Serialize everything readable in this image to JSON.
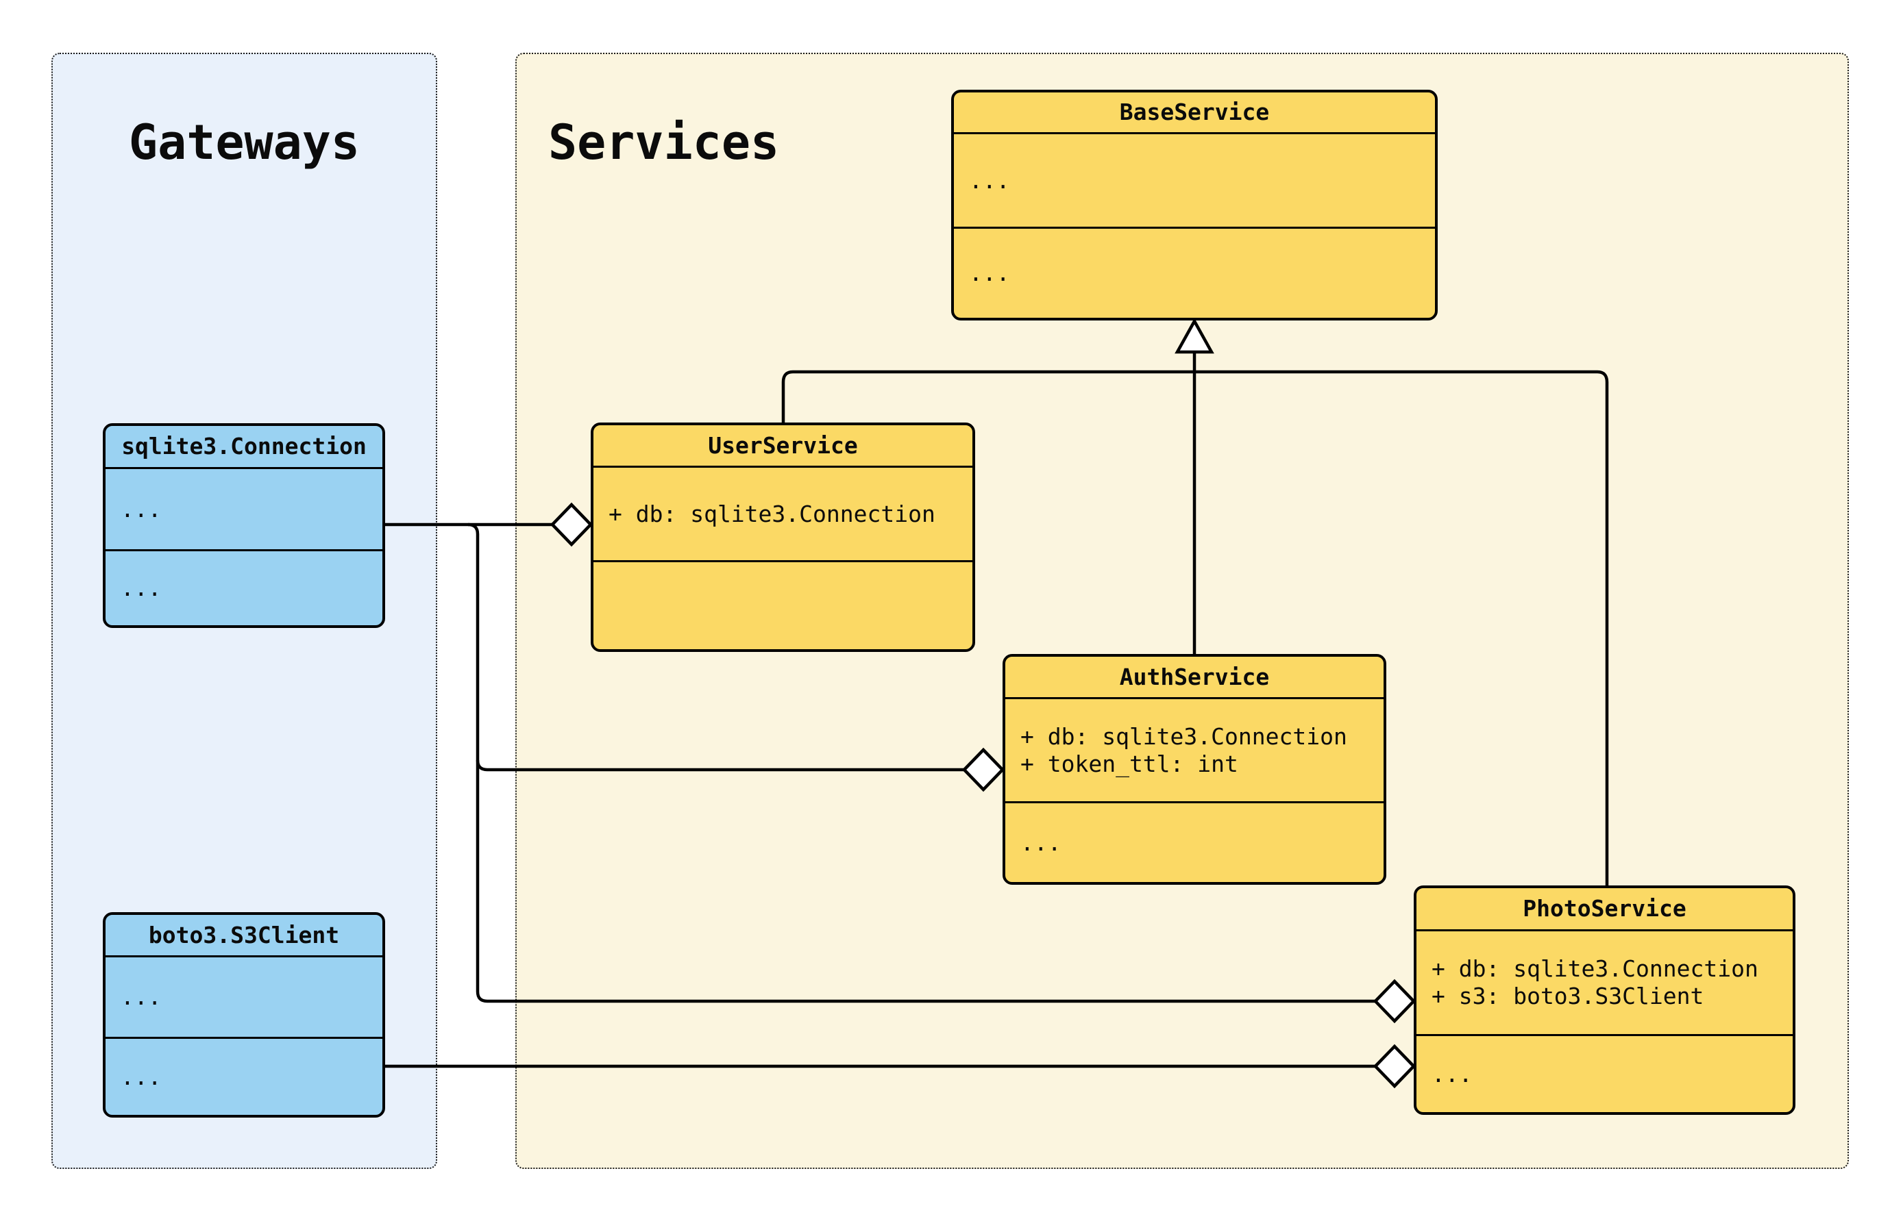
{
  "diagram": {
    "panels": {
      "gateways": {
        "title": "Gateways"
      },
      "services": {
        "title": "Services"
      }
    },
    "classes": {
      "sqlite_connection": {
        "title": "sqlite3.Connection",
        "attributes": [
          "..."
        ],
        "methods": [
          "..."
        ]
      },
      "boto3_s3client": {
        "title": "boto3.S3Client",
        "attributes": [
          "..."
        ],
        "methods": [
          "..."
        ]
      },
      "base_service": {
        "title": "BaseService",
        "attributes": [
          "..."
        ],
        "methods": [
          "..."
        ]
      },
      "user_service": {
        "title": "UserService",
        "attributes": [
          "+ db: sqlite3.Connection"
        ],
        "methods": []
      },
      "auth_service": {
        "title": "AuthService",
        "attributes": [
          "+ db: sqlite3.Connection",
          "+ token_ttl: int"
        ],
        "methods": [
          "..."
        ]
      },
      "photo_service": {
        "title": "PhotoService",
        "attributes": [
          "+ db: sqlite3.Connection",
          "+ s3: boto3.S3Client"
        ],
        "methods": [
          "..."
        ]
      }
    },
    "relationships": [
      {
        "from": "UserService",
        "to": "BaseService",
        "type": "inheritance"
      },
      {
        "from": "AuthService",
        "to": "BaseService",
        "type": "inheritance"
      },
      {
        "from": "PhotoService",
        "to": "BaseService",
        "type": "inheritance"
      },
      {
        "from": "sqlite3.Connection",
        "to": "UserService",
        "type": "aggregation"
      },
      {
        "from": "sqlite3.Connection",
        "to": "AuthService",
        "type": "aggregation"
      },
      {
        "from": "sqlite3.Connection",
        "to": "PhotoService",
        "type": "aggregation"
      },
      {
        "from": "boto3.S3Client",
        "to": "PhotoService",
        "type": "aggregation"
      }
    ]
  },
  "colors": {
    "class_fill_yellow": "#FBD965",
    "class_fill_blue": "#9AD2F2",
    "panel_bg_blue": "#E9F1FB",
    "panel_bg_cream": "#FBF5DF",
    "line": "#000000"
  }
}
